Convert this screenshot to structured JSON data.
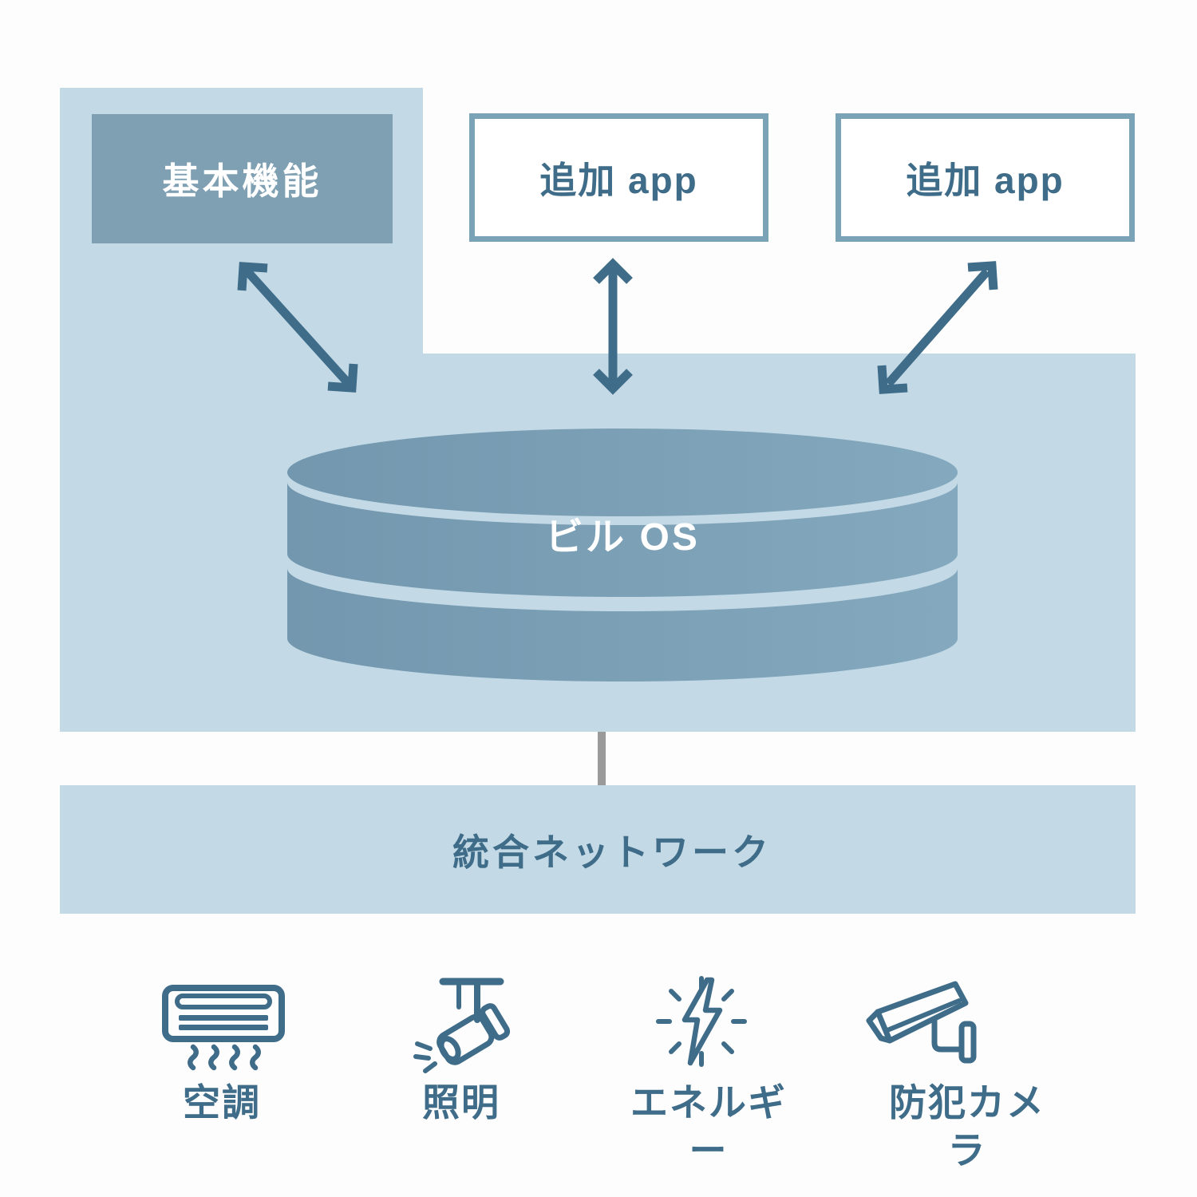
{
  "colors": {
    "panel_blue": "#c3dae6",
    "basic_box_fill": "#7f9fb2",
    "cylinder_fill": "#7ba0b6",
    "dark_slate_ink": "#3f6c88",
    "app_box_border": "#7ba3b8",
    "connector_gray": "#9a9a9a",
    "white": "#ffffff"
  },
  "layers": {
    "basic_box": {
      "label": "基本機能"
    },
    "app_boxes": [
      {
        "label": "追加 app"
      },
      {
        "label": "追加 app"
      }
    ],
    "os": {
      "label": "ビル OS"
    },
    "network": {
      "label": "統合ネットワーク"
    }
  },
  "devices": [
    {
      "label": "空調",
      "icon": "air-conditioner-icon"
    },
    {
      "label": "照明",
      "icon": "spotlight-icon"
    },
    {
      "label": "エネルギー",
      "icon": "energy-icon"
    },
    {
      "label": "防犯カメラ",
      "icon": "security-camera-icon"
    }
  ]
}
